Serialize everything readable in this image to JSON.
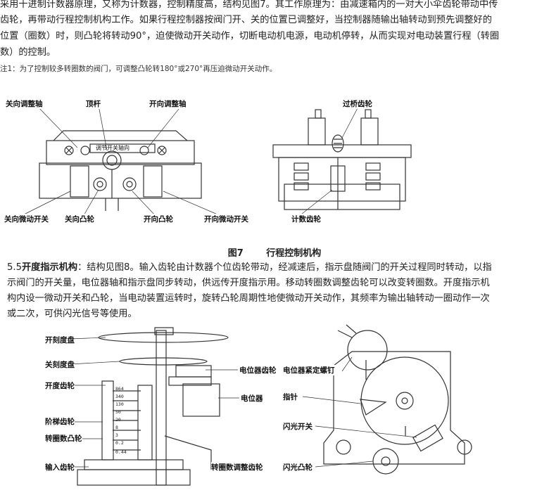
{
  "intro": {
    "line1": "采用十进制计数器原理，又称为计数器，控制精度高，结构见图7。其工作原理为：由减速箱内的一对大小伞齿轮带动中传",
    "line2": "齿轮，再带动行程控制机构工作。如果行程控制器按阀门开、关的位置已调整好，当控制器随输出轴转动到预先调整好的",
    "line3": "位置（圈数）时，则凸轮将转动90°，迫使微动开关动作，切断电动机电源，电动机停转，从而实现对电动装置行程（转圈",
    "line4": "数）的控制。"
  },
  "note": "注1：为了控制较多转圈数的阀门，可调整凸轮转180°或270°再压迫微动开关动作。",
  "fig7": {
    "labels": {
      "guan_adjust": "关向调整轴",
      "top_rod": "顶杆",
      "kai_adjust": "开向调整轴",
      "bridge_gear": "过桥齿轮",
      "guan_switch": "关向微动开关",
      "guan_cam": "关向凸轮",
      "kai_cam": "开向凸轮",
      "kai_switch": "开向微动开关",
      "count_gear": "计数齿轮",
      "plate_text": "调节开关轴向"
    },
    "caption_num": "图7",
    "caption_title": "行程控制机构"
  },
  "section55": {
    "number": "5.5",
    "heading": "开度指示机构",
    "line1_rest": "：结构见图8。输入齿轮由计数器个位齿轮带动，经减速后，指示盘随阀门的开关过程同时转动，以指",
    "line2": "示阀门的开关量，电位器轴和指示盘同步转动，供远传开度指示用。移动转圈数调整齿轮可以改变转圈数。开度指示机",
    "line3": "构内设一微动开关和凸轮，当电动装置运转时，旋转凸轮周期性地使微动开关动作，其频率为输出轴转动一圈动作一次",
    "line4": "或二次，可供闪光信号等使用。"
  },
  "fig8": {
    "labels": {
      "open_dial": "开刻度盘",
      "close_dial": "关刻度盘",
      "open_gear": "开度齿轮",
      "step_gear": "阶梯齿轮",
      "turns_cam": "转圈数凸轮",
      "input_gear": "输入齿轮",
      "pot_gear": "电位器齿轮",
      "pot": "电位器",
      "turns_adjust_gear": "转圈数调整齿轮",
      "pot_screw": "电位器紧定螺钉",
      "pointer": "指针",
      "flash_switch": "闪光开关",
      "flash_cam": "闪光凸轮"
    },
    "scale": [
      "864",
      "340",
      "130",
      "50",
      "20",
      "8",
      "3",
      "0.2",
      "0.44"
    ]
  }
}
